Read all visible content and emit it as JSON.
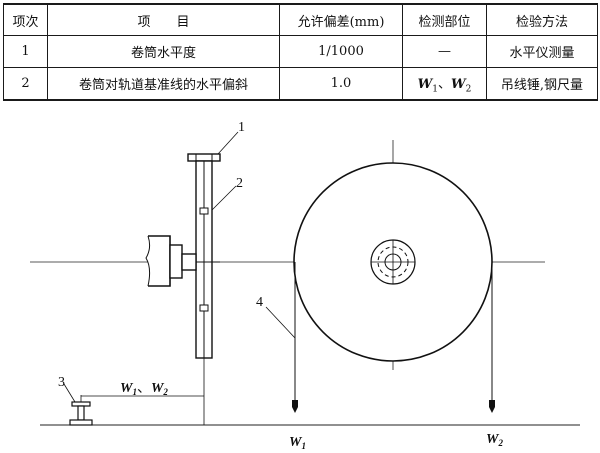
{
  "table": {
    "headers": [
      "项次",
      "项　　目",
      "允许偏差(mm)",
      "检测部位",
      "检验方法"
    ],
    "rows": [
      {
        "no": "1",
        "item": "卷筒水平度",
        "tolerance": "1/1000",
        "location": "—",
        "method": "水平仪测量"
      },
      {
        "no": "2",
        "item": "卷筒对轨道基准线的水平偏斜",
        "tolerance": "1.0",
        "location_w1": "W",
        "location_w1_sub": "1",
        "location_sep": "、",
        "location_w2": "W",
        "location_w2_sub": "2",
        "method": "吊线锤,钢尺量"
      }
    ]
  },
  "figure": {
    "callout_1": "1",
    "callout_2": "2",
    "callout_3": "3",
    "callout_4": "4",
    "dim_label_w": "W",
    "dim_label_1": "1",
    "dim_label_sep": "、",
    "dim_label_w2": "W",
    "dim_label_2": "2",
    "bottom_w1": "W",
    "bottom_w1_sub": "1",
    "bottom_w2": "W",
    "bottom_w2_sub": "2"
  }
}
